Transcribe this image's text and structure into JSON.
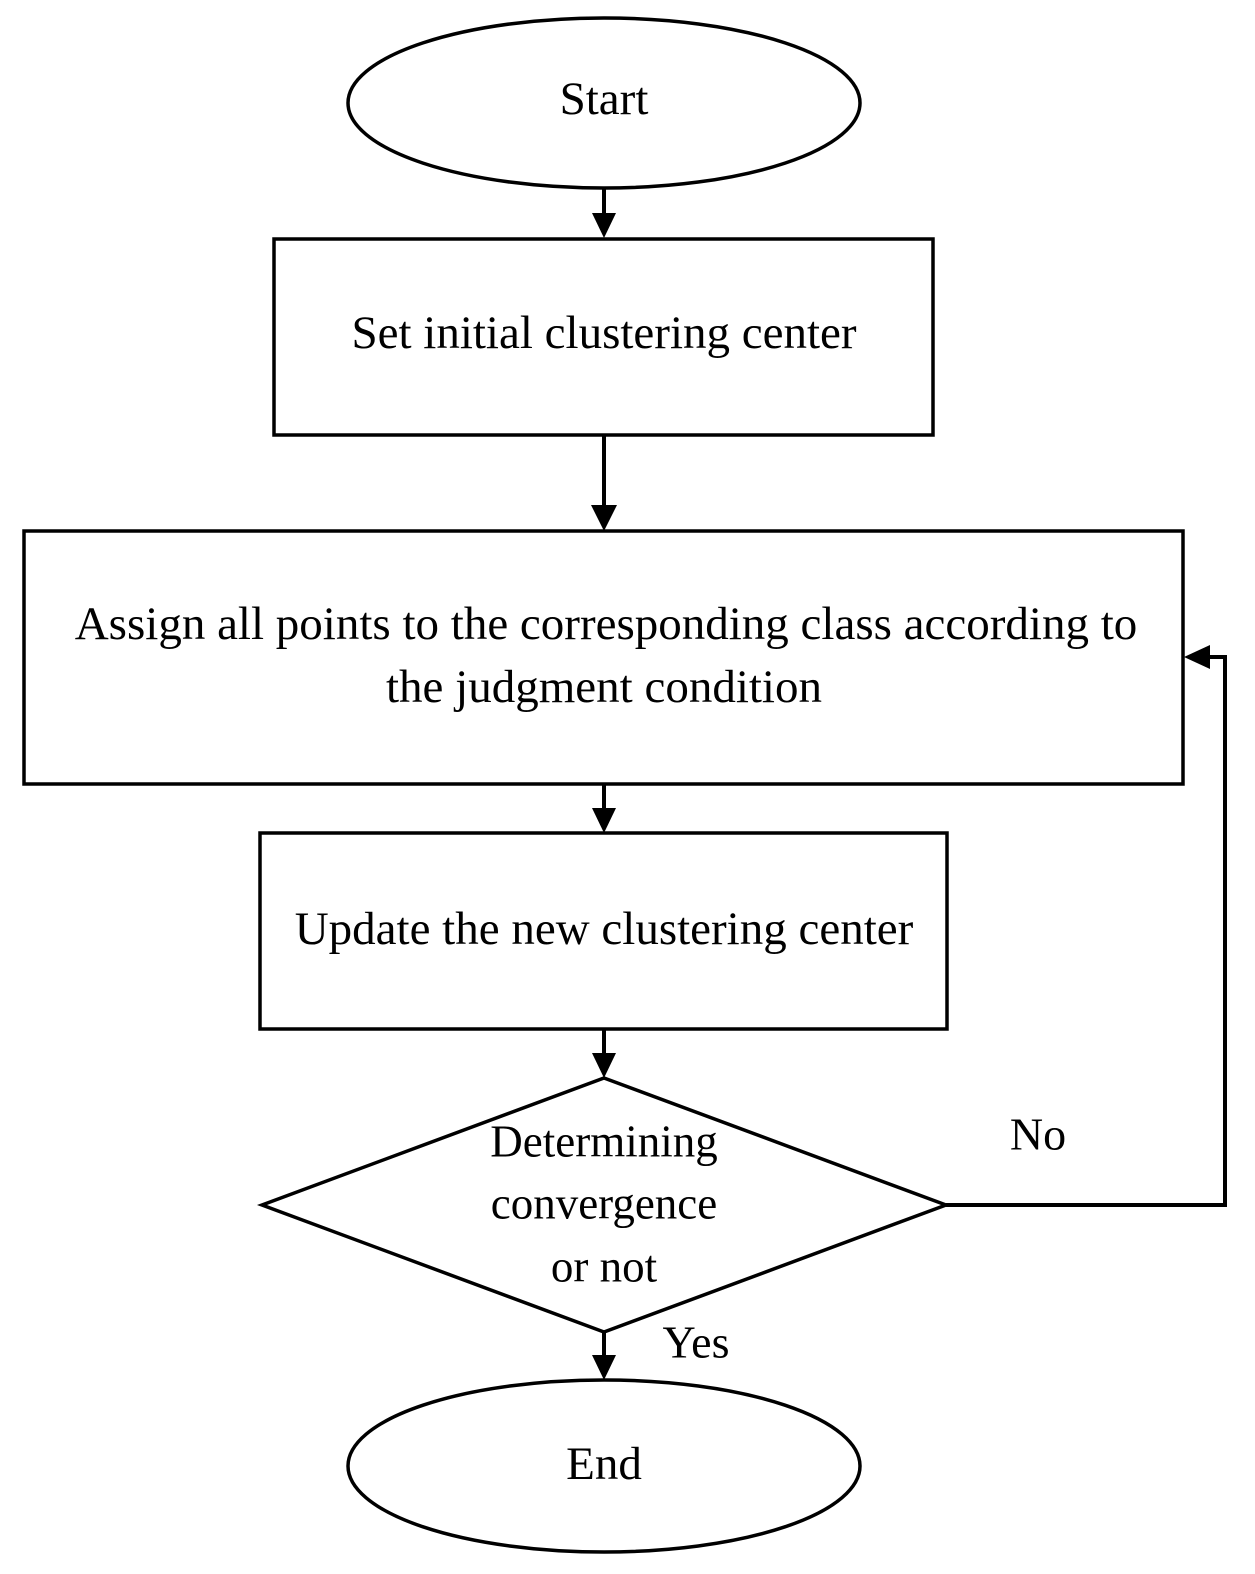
{
  "diagram": {
    "nodes": {
      "start": {
        "shape": "ellipse",
        "label": "Start"
      },
      "set_initial": {
        "shape": "rectangle",
        "label": "Set initial clustering center"
      },
      "assign_points": {
        "shape": "rectangle",
        "lines": [
          "Assign all points to the corresponding class according to",
          "the judgment condition"
        ]
      },
      "update_center": {
        "shape": "rectangle",
        "label": "Update the new clustering center"
      },
      "decision": {
        "shape": "diamond",
        "lines": [
          "Determining",
          "convergence",
          "or not"
        ]
      },
      "end": {
        "shape": "ellipse",
        "label": "End"
      }
    },
    "edges": [
      {
        "from": "start",
        "to": "set_initial",
        "label": ""
      },
      {
        "from": "set_initial",
        "to": "assign_points",
        "label": ""
      },
      {
        "from": "assign_points",
        "to": "update_center",
        "label": ""
      },
      {
        "from": "update_center",
        "to": "decision",
        "label": ""
      },
      {
        "from": "decision",
        "to": "end",
        "label": "Yes"
      },
      {
        "from": "decision",
        "to": "assign_points",
        "label": "No"
      }
    ],
    "colors": {
      "stroke": "#000000",
      "fill": "#ffffff",
      "text": "#000000"
    }
  }
}
